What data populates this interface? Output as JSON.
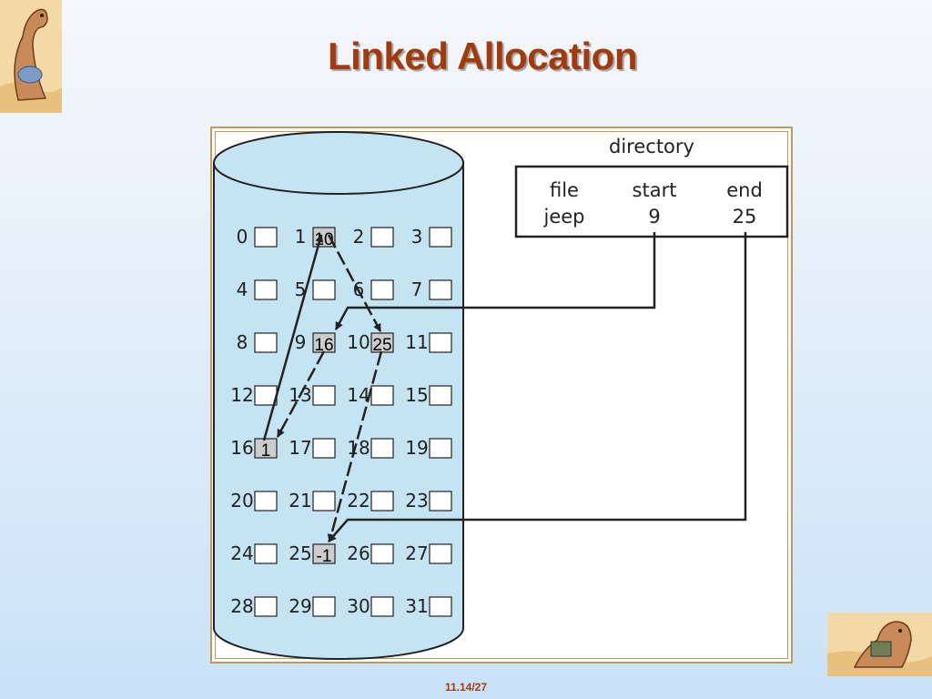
{
  "slide": {
    "title": "Linked Allocation",
    "footer": "11.14/27"
  },
  "directory": {
    "title": "directory",
    "headers": [
      "file",
      "start",
      "end"
    ],
    "row": [
      "jeep",
      "9",
      "25"
    ]
  },
  "blocks": [
    {
      "n": "0",
      "v": ""
    },
    {
      "n": "1",
      "v": "10"
    },
    {
      "n": "2",
      "v": ""
    },
    {
      "n": "3",
      "v": ""
    },
    {
      "n": "4",
      "v": ""
    },
    {
      "n": "5",
      "v": ""
    },
    {
      "n": "6",
      "v": ""
    },
    {
      "n": "7",
      "v": ""
    },
    {
      "n": "8",
      "v": ""
    },
    {
      "n": "9",
      "v": "16"
    },
    {
      "n": "10",
      "v": "25"
    },
    {
      "n": "11",
      "v": ""
    },
    {
      "n": "12",
      "v": ""
    },
    {
      "n": "13",
      "v": ""
    },
    {
      "n": "14",
      "v": ""
    },
    {
      "n": "15",
      "v": ""
    },
    {
      "n": "16",
      "v": "1"
    },
    {
      "n": "17",
      "v": ""
    },
    {
      "n": "18",
      "v": ""
    },
    {
      "n": "19",
      "v": ""
    },
    {
      "n": "20",
      "v": ""
    },
    {
      "n": "21",
      "v": ""
    },
    {
      "n": "22",
      "v": ""
    },
    {
      "n": "23",
      "v": ""
    },
    {
      "n": "24",
      "v": ""
    },
    {
      "n": "25",
      "v": "-1"
    },
    {
      "n": "26",
      "v": ""
    },
    {
      "n": "27",
      "v": ""
    },
    {
      "n": "28",
      "v": ""
    },
    {
      "n": "29",
      "v": ""
    },
    {
      "n": "30",
      "v": ""
    },
    {
      "n": "31",
      "v": ""
    }
  ],
  "chain": [
    "9",
    "16",
    "1",
    "10",
    "25"
  ],
  "colors": {
    "title": "#a33a0c",
    "disk": "#c5e4f3",
    "used_block": "#cccccc",
    "frame": "#c8965a"
  }
}
